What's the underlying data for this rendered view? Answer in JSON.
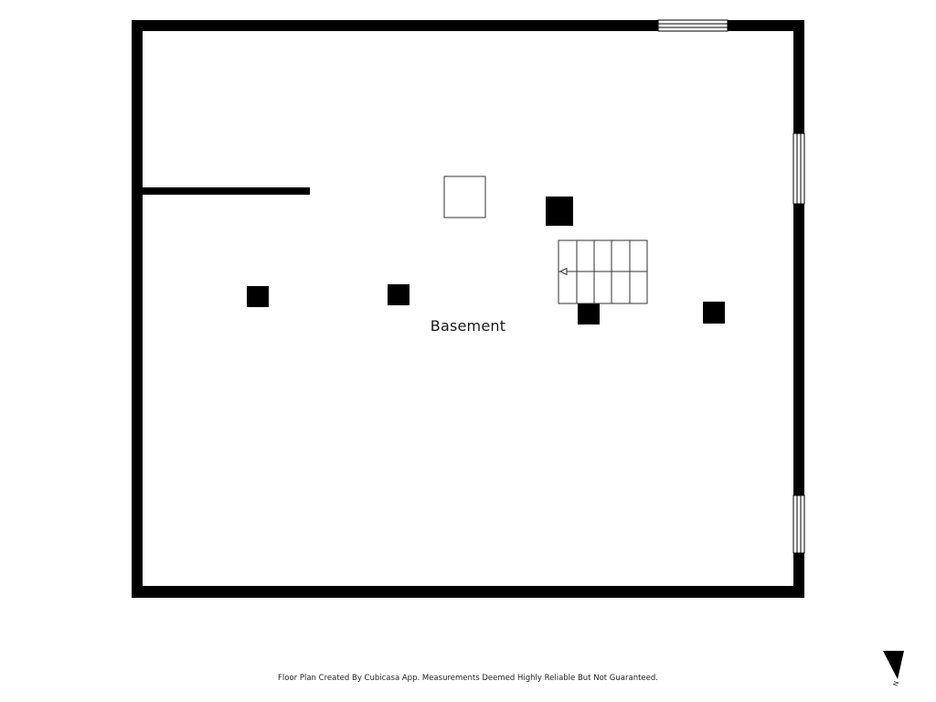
{
  "plan": {
    "room_label": "Basement",
    "disclaimer": "Floor Plan Created By Cubicasa App. Measurements Deemed Highly Reliable But Not Guaranteed.",
    "compass_letter": "N",
    "wall_color": "#000000",
    "background_color": "#ffffff"
  }
}
